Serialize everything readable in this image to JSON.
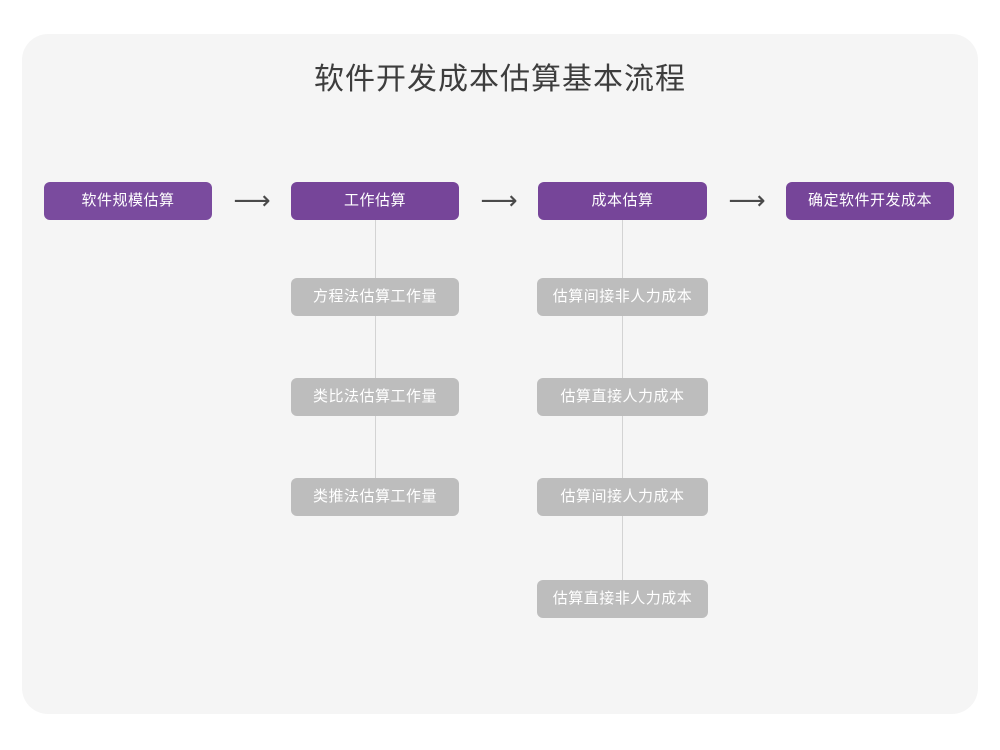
{
  "diagram": {
    "title": "软件开发成本估算基本流程",
    "colors": {
      "canvas_background": "#ffffff",
      "card_background": "#f5f5f5",
      "primary_node": "#7a4b9e",
      "secondary_node": "#bdbdbd",
      "node_text": "#ffffff",
      "title_text": "#3d3d3d",
      "connector": "#d3d3d3",
      "arrow": "#4a4a4a"
    },
    "stages": [
      {
        "label": "软件规模估算"
      },
      {
        "label": "工作估算"
      },
      {
        "label": "成本估算"
      },
      {
        "label": "确定软件开发成本"
      }
    ],
    "arrows": [
      {
        "glyph": "⟶"
      },
      {
        "glyph": "⟶"
      },
      {
        "glyph": "⟶"
      }
    ],
    "effort_substeps": [
      {
        "label": "方程法估算工作量"
      },
      {
        "label": "类比法估算工作量"
      },
      {
        "label": "类推法估算工作量"
      }
    ],
    "cost_substeps": [
      {
        "label": "估算间接非人力成本"
      },
      {
        "label": "估算直接人力成本"
      },
      {
        "label": "估算间接人力成本"
      },
      {
        "label": "估算直接非人力成本"
      }
    ]
  }
}
